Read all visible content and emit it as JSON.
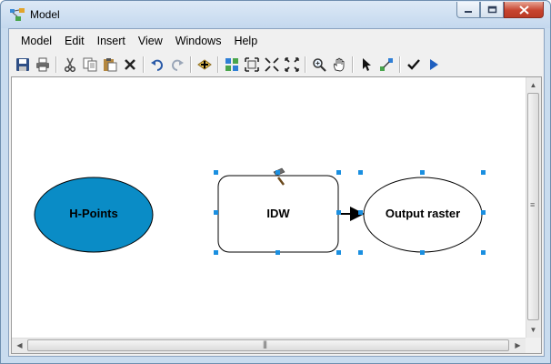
{
  "window": {
    "title": "Model",
    "app_icon": "model-builder-icon"
  },
  "window_controls": [
    "minimize-icon",
    "maximize-icon",
    "close-icon"
  ],
  "menu": [
    "Model",
    "Edit",
    "Insert",
    "View",
    "Windows",
    "Help"
  ],
  "toolbar": [
    "save-icon",
    "print-icon",
    "|",
    "cut-icon",
    "copy-icon",
    "paste-icon",
    "delete-icon",
    "|",
    "undo-icon",
    "redo-icon",
    "|",
    "add-data-icon",
    "|",
    "auto-layout-icon",
    "full-extent-icon",
    "fixed-zoom-in-icon",
    "fixed-zoom-out-icon",
    "|",
    "zoom-in-icon",
    "pan-icon",
    "|",
    "select-icon",
    "connect-icon",
    "|",
    "validate-icon",
    "run-icon"
  ],
  "model": {
    "nodes": [
      {
        "id": "h-points",
        "label": "H-Points",
        "shape": "ellipse",
        "fill": "#0a8cc6"
      },
      {
        "id": "idw",
        "label": "IDW",
        "shape": "rounded-rect",
        "fill": "#ffffff",
        "tool_icon": "hammer-icon"
      },
      {
        "id": "output-raster",
        "label": "Output raster",
        "shape": "ellipse",
        "fill": "#ffffff"
      }
    ],
    "connections": [
      {
        "from": "idw",
        "to": "output-raster"
      }
    ],
    "selection_color": "#1a8fe0"
  }
}
